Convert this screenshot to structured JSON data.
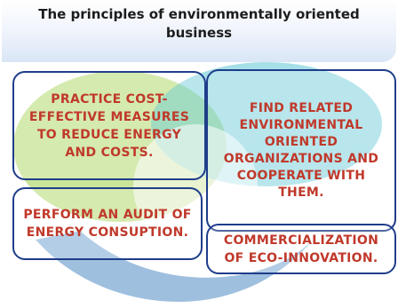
{
  "slide": {
    "title": "The principles of environmentally oriented business",
    "principles": [
      "PRACTICE COST-EFFECTIVE MEASURES TO REDUCE ENERGY AND COSTS.",
      "FIND RELATED ENVIRONMENTAL ORIENTED ORGANIZATIONS AND COOPERATE WITH THEM.",
      "PERFORM AN AUDIT OF ENERGY CONSUPTION.",
      "COMMERCIALIZATION OF ECO-INNOVATION."
    ]
  },
  "colors": {
    "text": "#c0392b",
    "border": "#1f3d8a",
    "logo_green": "#8cc63f",
    "logo_teal": "#2bb6c4",
    "logo_blue": "#2b72b8"
  }
}
